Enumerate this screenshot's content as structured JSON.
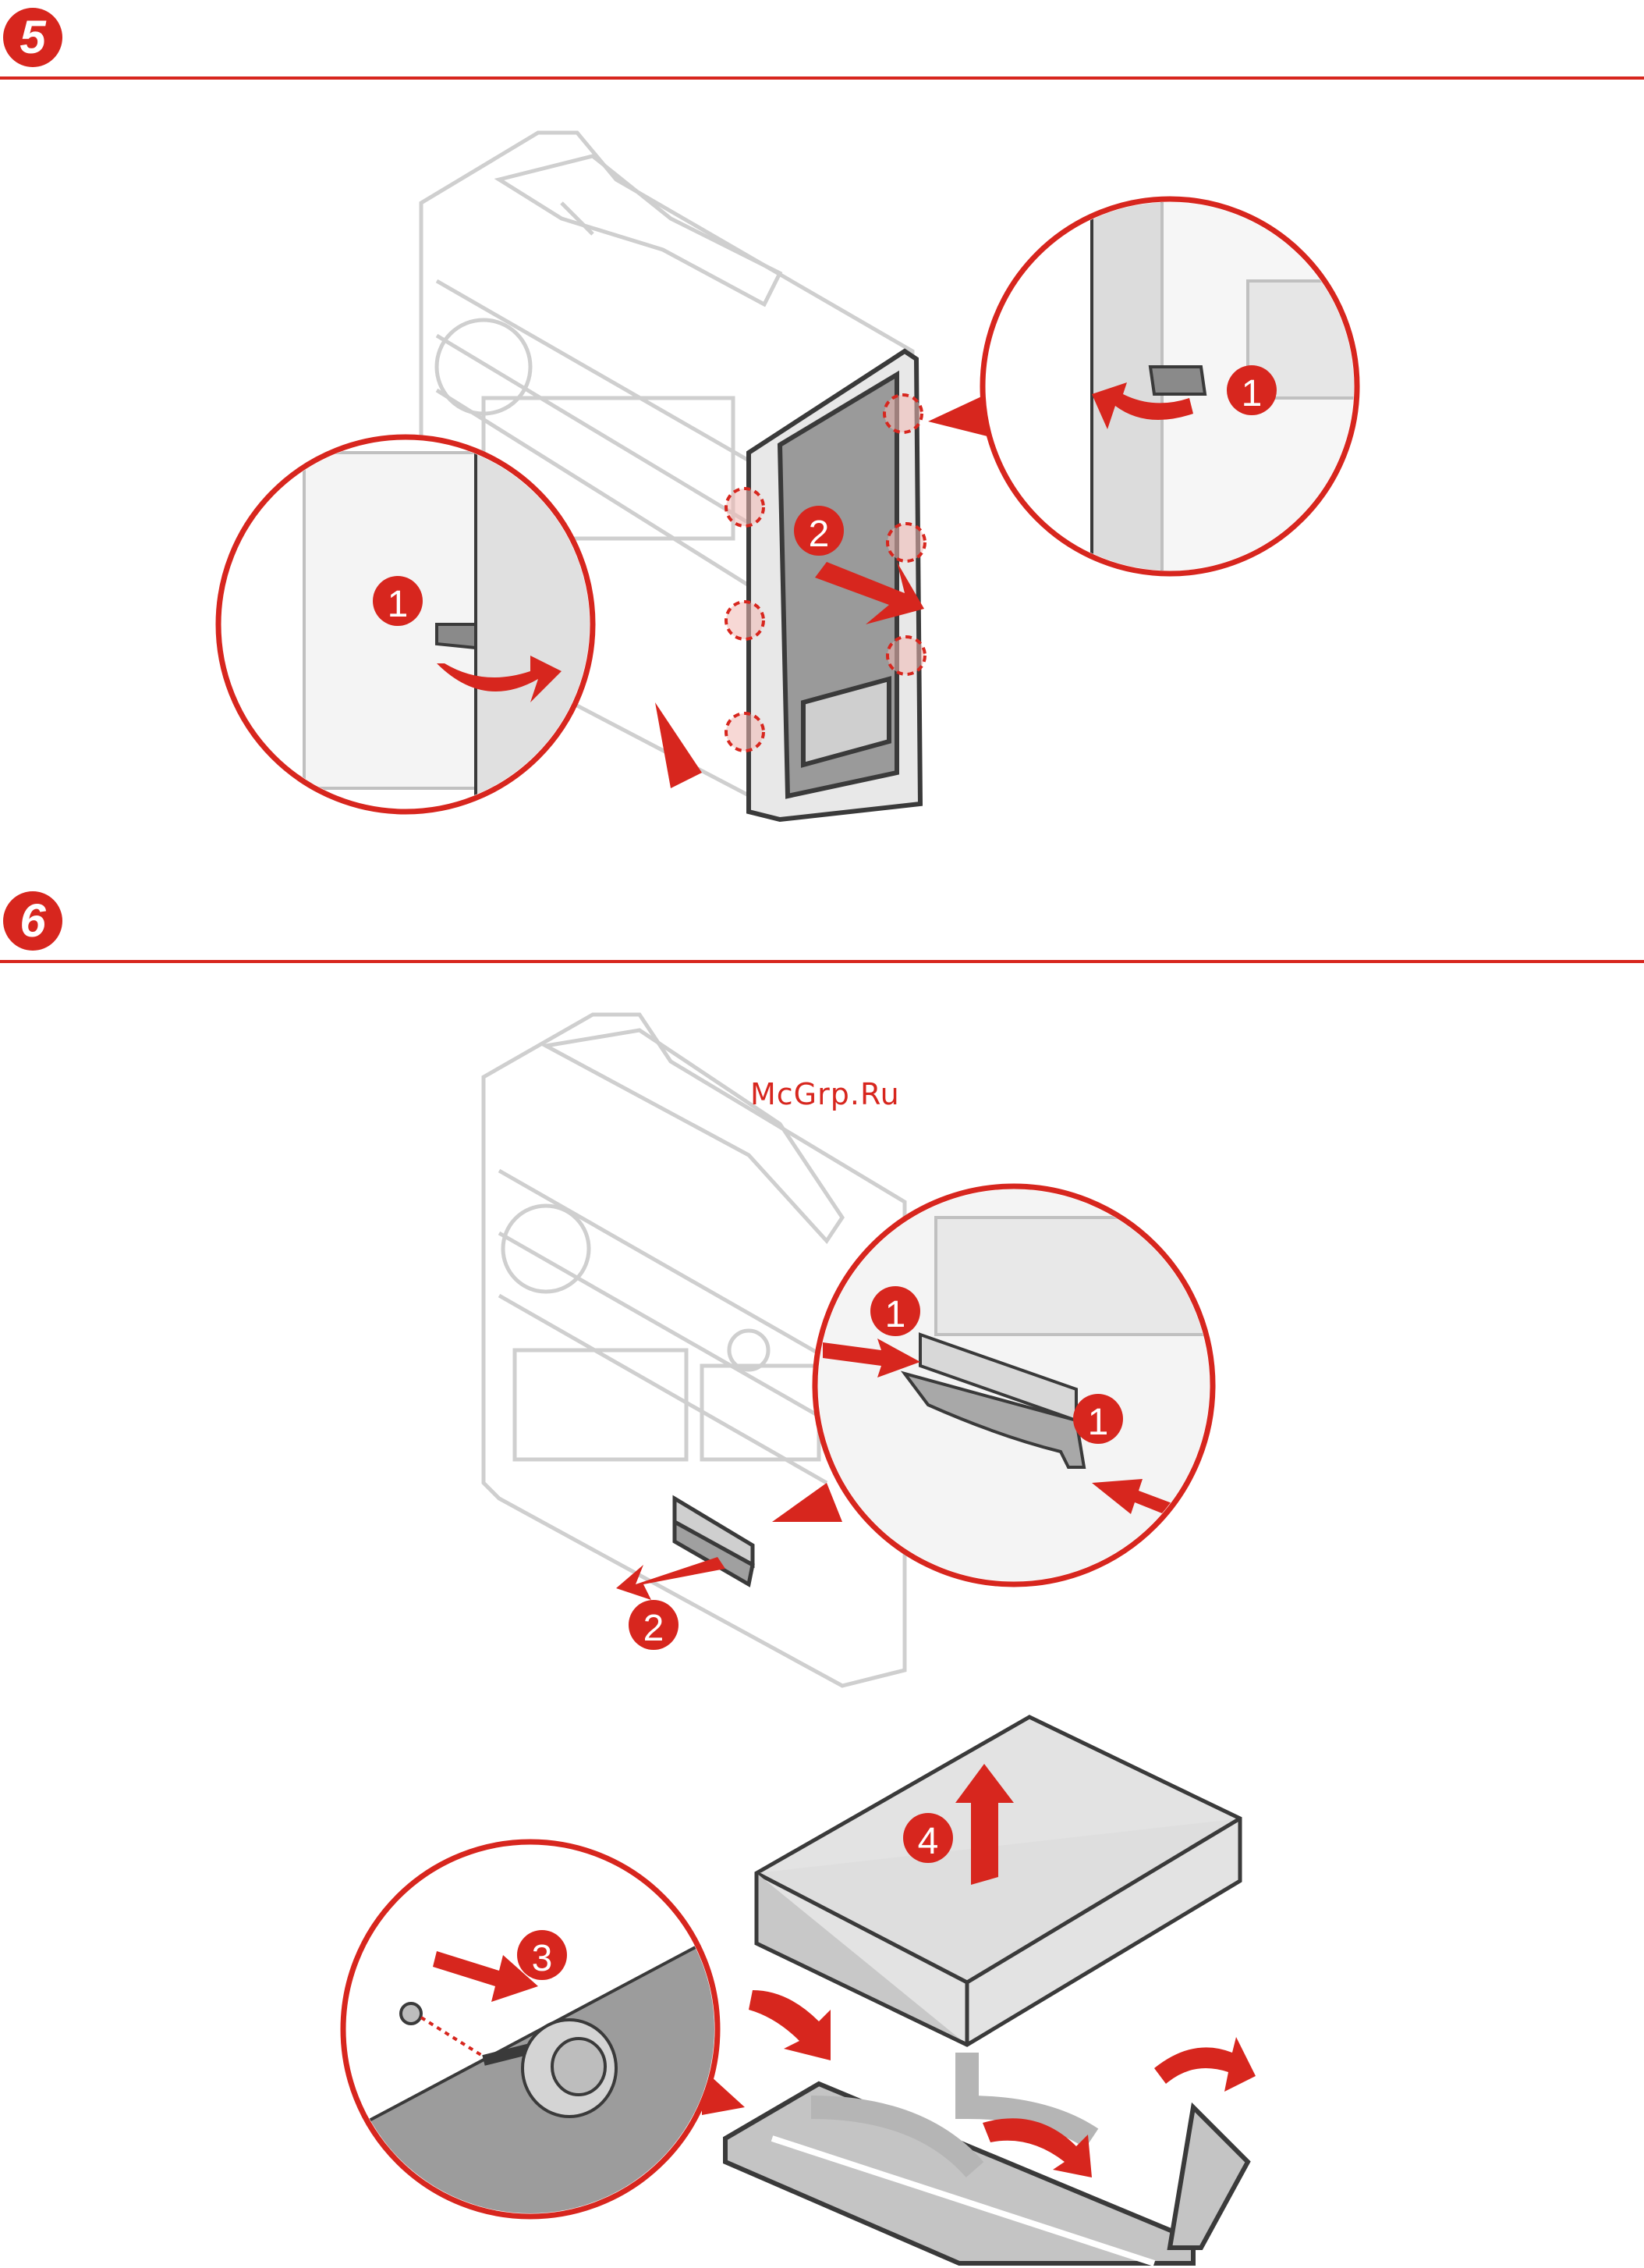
{
  "steps": [
    {
      "number": "5"
    },
    {
      "number": "6"
    }
  ],
  "callouts": {
    "c1": "1",
    "c2": "2",
    "c3": "3",
    "c4": "4"
  },
  "watermark": "McGrp.Ru",
  "colors": {
    "accent": "#d7261e",
    "line": "#3a3a3a",
    "faint": "#c8c8c8",
    "gray": "#b5b5b5"
  }
}
